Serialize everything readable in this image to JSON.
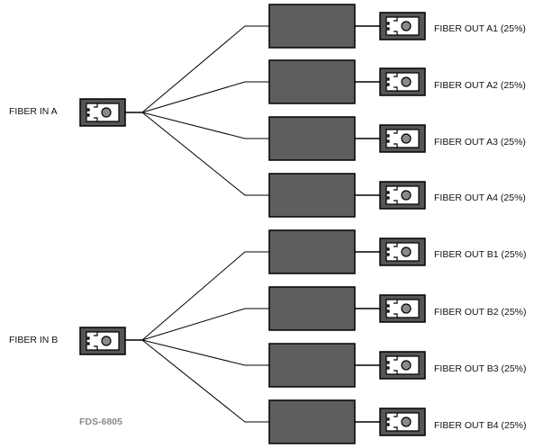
{
  "inputs": [
    {
      "label": "FIBER IN A",
      "outputs": [
        "FIBER OUT A1 (25%)",
        "FIBER OUT A2 (25%)",
        "FIBER OUT A3 (25%)",
        "FIBER OUT A4 (25%)"
      ]
    },
    {
      "label": "FIBER IN B",
      "outputs": [
        "FIBER OUT B1 (25%)",
        "FIBER OUT B2 (25%)",
        "FIBER OUT B3 (25%)",
        "FIBER OUT B4 (25%)"
      ]
    }
  ],
  "model_label": "FDS-6805",
  "colors": {
    "module_fill": "#5e5e5e",
    "line": "#000000",
    "model_text": "#8a8a8a"
  },
  "icons": {
    "connector": "fiber-connector-icon",
    "module": "splitter-module"
  }
}
